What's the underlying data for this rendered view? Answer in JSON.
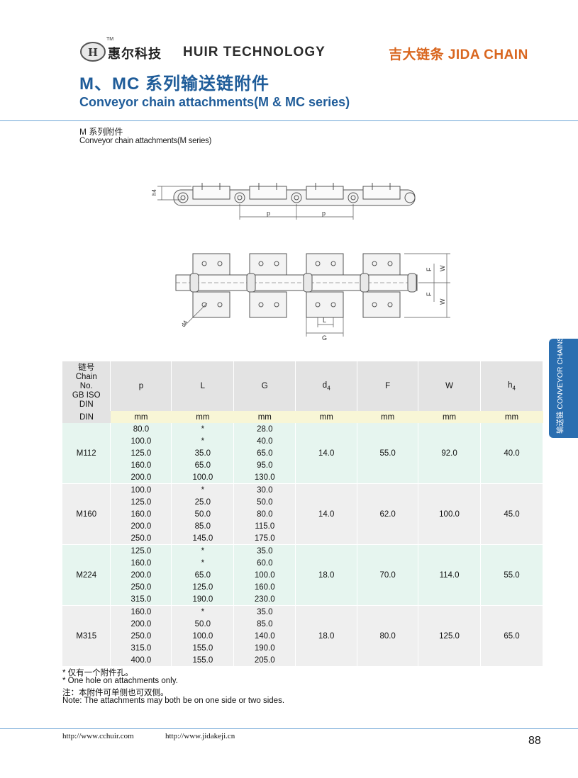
{
  "header": {
    "brand_cn": "惠尔科技",
    "brand_en": "HUIR TECHNOLOGY",
    "trademark": "TM",
    "brand_right": "吉大链条 JIDA CHAIN",
    "title_cn": "M、MC 系列输送链附件",
    "title_en": "Conveyor chain attachments(M & MC series)"
  },
  "section": {
    "subtitle_cn": "M 系列附件",
    "subtitle_en": "Conveyor chain attachments(M series)"
  },
  "side_tab": "输送链 CONVEYOR CHAINS",
  "drawings": {
    "side_view": {
      "h4": "h4",
      "p1": "p",
      "p2": "p"
    },
    "top_view": {
      "d4": "d4",
      "F1": "F",
      "F2": "F",
      "W1": "W",
      "W2": "W",
      "L": "L",
      "G": "G"
    }
  },
  "table": {
    "headers": {
      "chain": "链号\nChain\nNo.\nGB ISO\nDIN",
      "p": "p",
      "L": "L",
      "G": "G",
      "d4": "d4",
      "F": "F",
      "W": "W",
      "h4": "h4"
    },
    "unit": "mm",
    "groups": [
      {
        "chain": "M112",
        "d4": "14.0",
        "F": "55.0",
        "W": "92.0",
        "h4": "40.0",
        "rows": [
          [
            "80.0",
            "*",
            "28.0"
          ],
          [
            "100.0",
            "*",
            "40.0"
          ],
          [
            "125.0",
            "35.0",
            "65.0"
          ],
          [
            "160.0",
            "65.0",
            "95.0"
          ],
          [
            "200.0",
            "100.0",
            "130.0"
          ]
        ]
      },
      {
        "chain": "M160",
        "d4": "14.0",
        "F": "62.0",
        "W": "100.0",
        "h4": "45.0",
        "rows": [
          [
            "100.0",
            "*",
            "30.0"
          ],
          [
            "125.0",
            "25.0",
            "50.0"
          ],
          [
            "160.0",
            "50.0",
            "80.0"
          ],
          [
            "200.0",
            "85.0",
            "115.0"
          ],
          [
            "250.0",
            "145.0",
            "175.0"
          ]
        ]
      },
      {
        "chain": "M224",
        "d4": "18.0",
        "F": "70.0",
        "W": "114.0",
        "h4": "55.0",
        "rows": [
          [
            "125.0",
            "*",
            "35.0"
          ],
          [
            "160.0",
            "*",
            "60.0"
          ],
          [
            "200.0",
            "65.0",
            "100.0"
          ],
          [
            "250.0",
            "125.0",
            "160.0"
          ],
          [
            "315.0",
            "190.0",
            "230.0"
          ]
        ]
      },
      {
        "chain": "M315",
        "d4": "18.0",
        "F": "80.0",
        "W": "125.0",
        "h4": "65.0",
        "rows": [
          [
            "160.0",
            "*",
            "35.0"
          ],
          [
            "200.0",
            "50.0",
            "85.0"
          ],
          [
            "250.0",
            "100.0",
            "140.0"
          ],
          [
            "315.0",
            "155.0",
            "190.0"
          ],
          [
            "400.0",
            "155.0",
            "205.0"
          ]
        ]
      }
    ]
  },
  "notes": [
    "* 仅有一个附件孔。",
    "* One hole on attachments only.",
    "注：本附件可单侧也可双侧。",
    "Note: The attachments may both be on one side or two sides."
  ],
  "footer": {
    "url1": "http://www.cchuir.com",
    "url2": "http://www.jidakeji.cn",
    "page": "88"
  },
  "colors": {
    "title_blue": "#1f5c99",
    "orange": "#d9661f",
    "tab_blue": "#2a6eb0",
    "group_green": "#e6f5ef",
    "group_gray": "#efefef",
    "unit_yellow": "#f8f6d6"
  }
}
